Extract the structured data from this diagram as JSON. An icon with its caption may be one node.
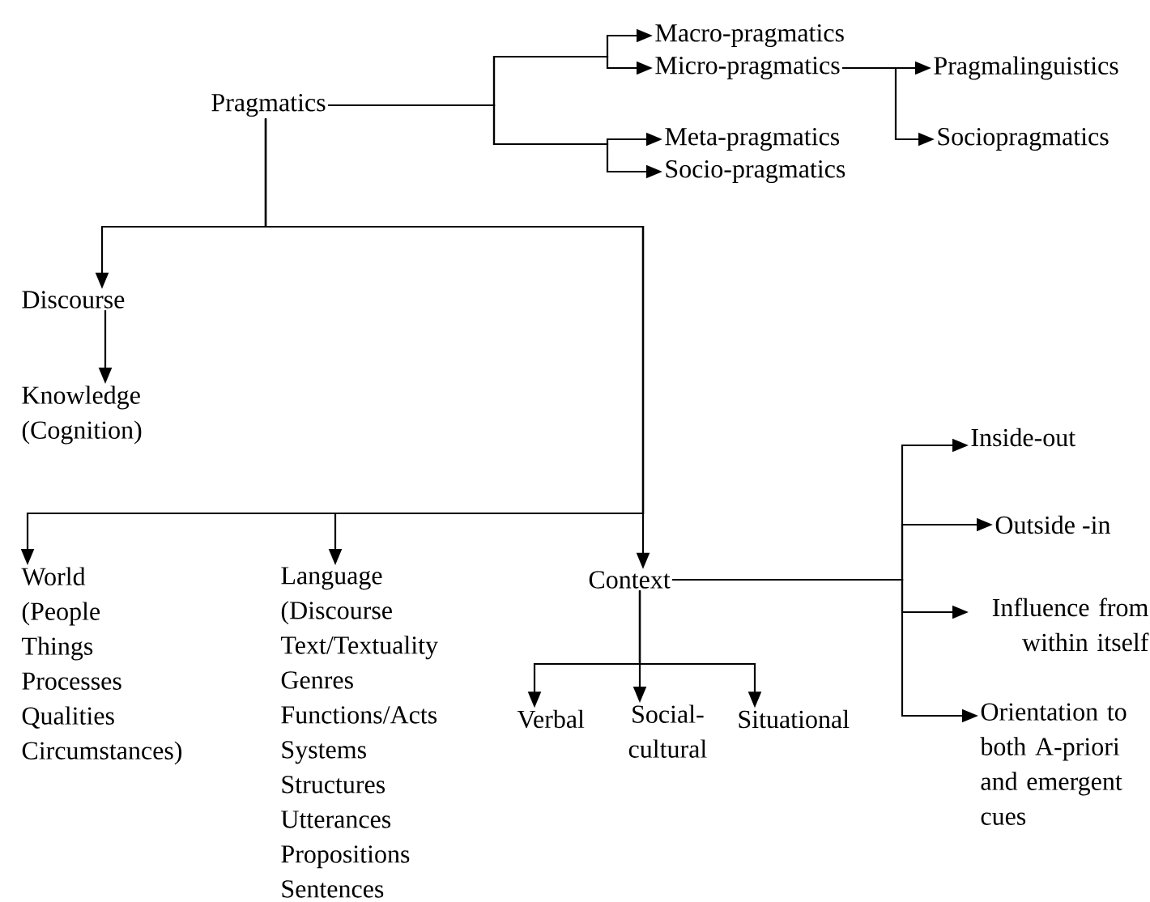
{
  "diagram": {
    "nodes": [
      {
        "text": [
          "Pragmatics"
        ]
      },
      {
        "text": [
          "Macro-pragmatics"
        ]
      },
      {
        "text": [
          "Micro-pragmatics"
        ]
      },
      {
        "text": [
          "Meta-pragmatics"
        ]
      },
      {
        "text": [
          "Socio-pragmatics"
        ]
      },
      {
        "text": [
          "Pragmalinguistics"
        ]
      },
      {
        "text": [
          "Sociopragmatics"
        ]
      },
      {
        "text": [
          "Discourse"
        ]
      },
      {
        "text": [
          "Knowledge (Cognition)"
        ]
      },
      {
        "text": [
          "World",
          "(People",
          "Things",
          "Processes",
          "Qualities",
          "Circumstances)"
        ]
      },
      {
        "text": [
          "Language",
          "(Discourse",
          "Text/Textuality",
          "Genres",
          "Functions/Acts",
          "Systems",
          "Structures",
          "Utterances",
          "Propositions",
          "Sentences"
        ]
      },
      {
        "text": [
          "Context"
        ]
      },
      {
        "text": [
          "Verbal"
        ]
      },
      {
        "text": [
          "Social-cultural"
        ]
      },
      {
        "text": [
          "Situational"
        ]
      },
      {
        "text": [
          "Inside-out"
        ]
      },
      {
        "text": [
          "Outside -in"
        ]
      },
      {
        "text": [
          "Influence from within itself"
        ]
      },
      {
        "text": [
          "Orientation to both A-priori and emergent cues"
        ]
      }
    ],
    "edges": [
      {
        "from": 0,
        "to": 1,
        "arrow": "to"
      },
      {
        "from": 0,
        "to": 2,
        "arrow": "to"
      },
      {
        "from": 0,
        "to": 3,
        "arrow": "to"
      },
      {
        "from": 0,
        "to": 4,
        "arrow": "to"
      },
      {
        "from": 2,
        "to": 5,
        "arrow": "to"
      },
      {
        "from": 2,
        "to": 6,
        "arrow": "to"
      },
      {
        "from": 0,
        "to": 7,
        "arrow": "to"
      },
      {
        "from": 7,
        "to": 8,
        "arrow": "to"
      },
      {
        "from": 0,
        "to": 9,
        "arrow": "to"
      },
      {
        "from": 0,
        "to": 10,
        "arrow": "to"
      },
      {
        "from": 0,
        "to": 11,
        "arrow": "to"
      },
      {
        "from": 11,
        "to": 12,
        "arrow": "to"
      },
      {
        "from": 11,
        "to": 13,
        "arrow": "to"
      },
      {
        "from": 11,
        "to": 14,
        "arrow": "to"
      },
      {
        "from": 11,
        "to": 15,
        "arrow": "to"
      },
      {
        "from": 11,
        "to": 16,
        "arrow": "to"
      },
      {
        "from": 11,
        "to": 17,
        "arrow": "to"
      },
      {
        "from": 11,
        "to": 18,
        "arrow": "to"
      }
    ]
  }
}
